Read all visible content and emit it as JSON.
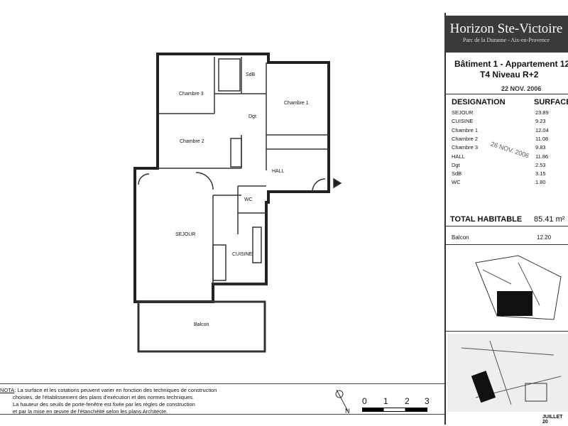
{
  "header": {
    "title": "Horizon Ste-Victoire",
    "subtitle": "Parc de la Duranne - Aix-en-Provence",
    "building": "Bâtiment 1 - Appartement 12",
    "type": "T4 Niveau R+2"
  },
  "stamps": {
    "stamp1": "22 NOV. 2006",
    "stamp2": "26 NOV. 2006"
  },
  "table": {
    "col_designation": "DESIGNATION",
    "col_surface": "SURFACE",
    "rows": [
      {
        "name": "SEJOUR",
        "value": "23.89"
      },
      {
        "name": "CUISINE",
        "value": "9.23"
      },
      {
        "name": "Chambre 1",
        "value": "12.04"
      },
      {
        "name": "Chambre 2",
        "value": "11.08"
      },
      {
        "name": "Chambre 3",
        "value": "9.83"
      },
      {
        "name": "HALL",
        "value": "11.86"
      },
      {
        "name": "Dgt",
        "value": "2.53"
      },
      {
        "name": "SdB",
        "value": "3.15"
      },
      {
        "name": "WC",
        "value": "1.80"
      }
    ],
    "total_label": "TOTAL HABITABLE",
    "total_value": "85.41 m²",
    "balcon_label": "Balcon",
    "balcon_value": "12.20"
  },
  "plan": {
    "rooms": {
      "chambre3": "Chambre 3",
      "sdb": "SdB",
      "chambre1": "Chambre 1",
      "dgt": "Dgt",
      "chambre2": "Chambre 2",
      "hall": "HALL",
      "wc": "WC",
      "sejour": "SEJOUR",
      "cuisine": "CUISINE",
      "balcon": "Balcon"
    }
  },
  "scale": {
    "ticks": [
      "0",
      "1",
      "2",
      "3"
    ],
    "north": "N"
  },
  "note": {
    "prefix": "NOTA",
    "lines": [
      "La surface et les cotations peuvent varier en fonction des techniques de construction",
      "choisies, de l'établissement des plans d'exécution et des normes techniques.",
      "La hauteur des seuils de porte-fenêtre est fixée par les règles de construction",
      "et par la mise en œuvre de l'étanchéité selon les plans Architecte."
    ]
  },
  "date": "JUILLET 20"
}
